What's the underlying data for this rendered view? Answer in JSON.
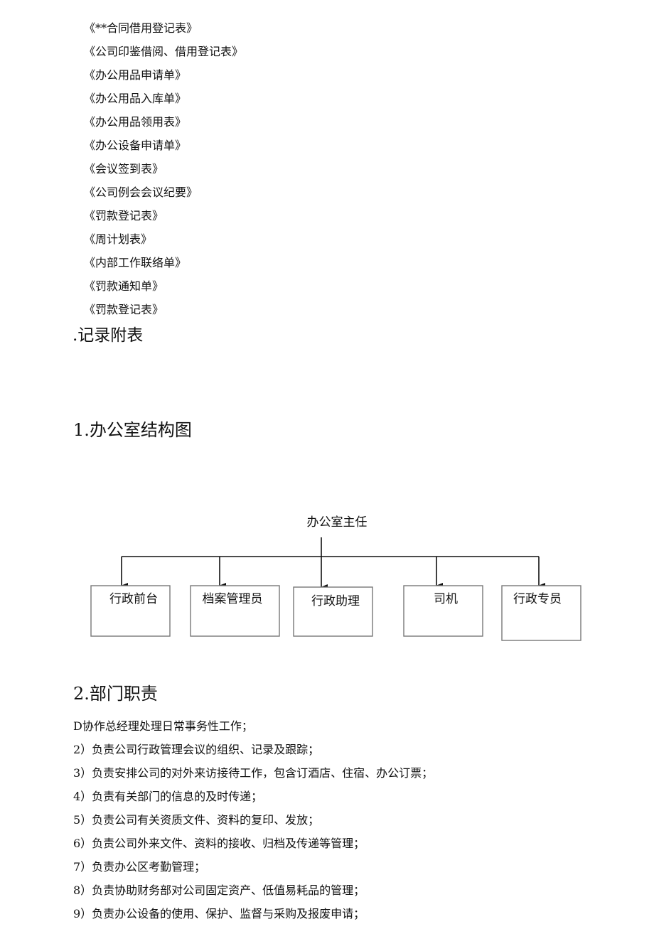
{
  "form_list": [
    "《**合同借用登记表》",
    "《公司印鉴借阅、借用登记表》",
    "《办公用品申请单》",
    "《办公用品入库单》",
    "《办公用品领用表》",
    "《办公设备申请单》",
    "《会议签到表》",
    "《公司例会会议纪要》",
    "《罚款登记表》",
    "《周计划表》",
    "《内部工作联络单》",
    "《罚款通知单》",
    "《罚款登记表》"
  ],
  "section_heading": ".记录附表",
  "org_chart": {
    "heading": "1.办公室结构图",
    "root": "办公室主任",
    "children": [
      "行政前台",
      "档案管理员",
      "行政助理",
      "司机",
      "行政专员"
    ]
  },
  "duties": {
    "heading": "2.部门职责",
    "items": [
      "D协作总经理处理日常事务性工作；",
      "2）负责公司行政管理会议的组织、记录及跟踪；",
      "3）负责安排公司的对外来访接待工作，包含订酒店、住宿、办公订票；",
      "4）负责有关部门的信息的及时传递；",
      "5）负责公司有关资质文件、资料的复印、发放；",
      "6）负责公司外来文件、资料的接收、归档及传递等管理；",
      "7）负责办公区考勤管理；",
      "8）负责协助财务部对公司固定资产、低值易耗品的管理；",
      "9）负责办公设备的使用、保护、监督与采购及报废申请；"
    ]
  }
}
